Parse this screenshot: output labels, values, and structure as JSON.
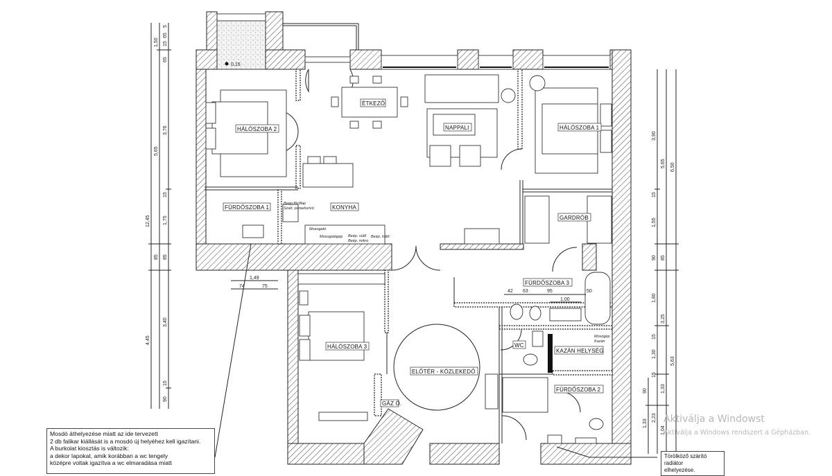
{
  "rooms": {
    "halo2": "HÁLÓSZOBA 2",
    "etkezo": "ÉTKEZŐ",
    "nappali": "NAPPALI",
    "halo1": "HÁLÓSZOBA 1",
    "furdo1": "FÜRDŐSZOBA 1",
    "konyha": "KONYHA",
    "gardrob": "GARDRÓB",
    "furdo3": "FÜRDŐSZOBA 3",
    "halo3": "HÁLÓSZOBA 3",
    "wc": "WC",
    "kazan": "KAZÁN HELYSÉG",
    "eloter": "ELŐTÉR - KÖZLEKEDŐ",
    "furdo2": "FÜRDŐSZOBA 2",
    "gaz": "GÁZ Ó."
  },
  "fixtures": {
    "fozolap": "Beép.főzőlap",
    "paraelszivo": "Szab. páraelszívó",
    "mosogato": "Mosogató",
    "mosogatogep": "Mosogatógép",
    "suto": "Beép. sütő",
    "mikro": "Beép. mikro",
    "huto": "Beép. hűtő",
    "mosogep": "Mosógép",
    "kazan": "Kazán"
  },
  "level_mark": "0,15",
  "dimensions_left": {
    "outer": [
      "12,45",
      "4,45"
    ],
    "middle": [
      "1,50",
      "5,65",
      "85"
    ],
    "inner": [
      "5",
      "65",
      "15",
      "65",
      "3,76",
      "15",
      "1,75",
      "85",
      "3,40",
      "15",
      "90"
    ]
  },
  "dimensions_right": {
    "col_a": [
      "90",
      "1,33"
    ],
    "col_b": [
      "3,90",
      "15",
      "1,55",
      "90",
      "1,80",
      "15",
      "1,30",
      "15",
      "2,23"
    ],
    "col_c": [
      "5,65",
      "85",
      "3,25",
      "1,33",
      "1,04"
    ],
    "col_d": [
      "6,50",
      "5,63"
    ]
  },
  "dimensions_bath3": [
    "42",
    "63",
    "95",
    "1,00",
    "50"
  ],
  "dimensions_halo3": [
    "1,49",
    "74",
    "75"
  ],
  "notes": {
    "left": [
      "Mosdó áthelyezése miatt az ide tervezett",
      "2 db falikar kiállását is a mosdó új helyéhez kell igazítani.",
      "A burkolat kiosztás is változik:",
      "a dekor lapokat, amik korábban a wc tengely",
      "középre voltak igazítva a wc elmaradása miatt"
    ],
    "right": [
      "Törölköző szárító radiátor",
      "elhelyezése."
    ]
  },
  "watermark": {
    "title": "Aktiválja a Windowst",
    "subtitle": "Aktiválja a Windows rendszert a Gépházban."
  }
}
